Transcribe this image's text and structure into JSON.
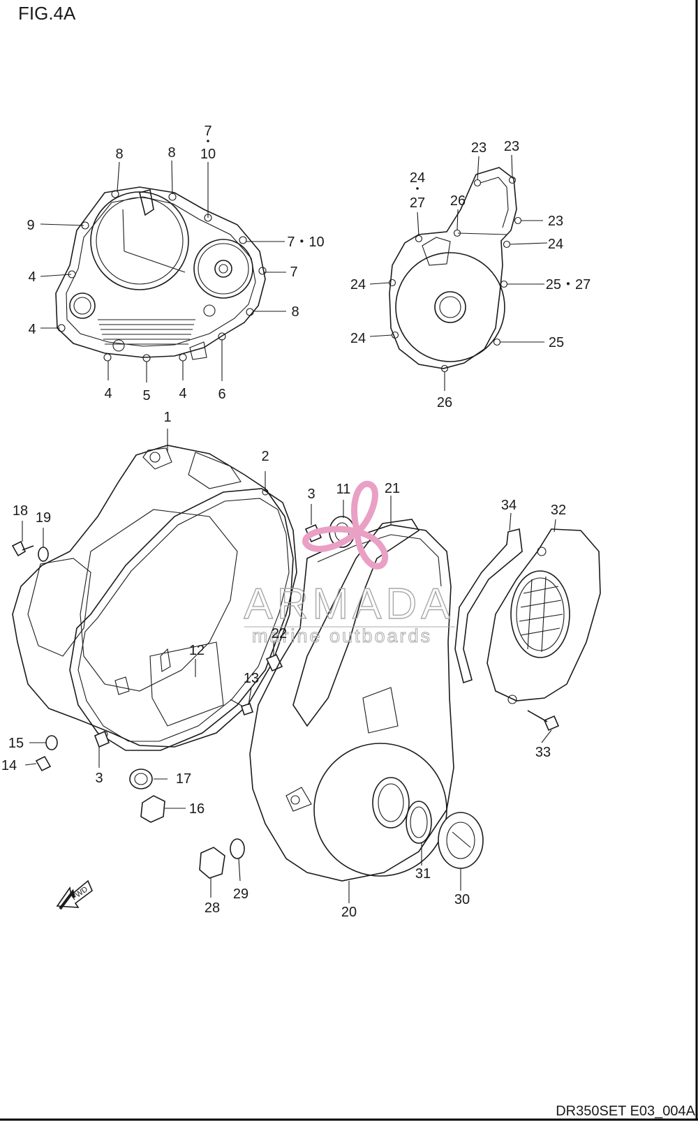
{
  "figure": {
    "title": "FIG.4A",
    "reference": "DR350SET E03_004A"
  },
  "watermark": {
    "brand": "ARMADA",
    "tagline": "marine outboards",
    "logo_color": "#e9a0c4"
  },
  "direction_marker": {
    "text": "FWD"
  },
  "colors": {
    "ink": "#1a1a1a",
    "background": "#ffffff",
    "frame": "#000000"
  },
  "callouts": [
    {
      "id": "c01",
      "label": "7"
    },
    {
      "id": "c02",
      "label": "10"
    },
    {
      "id": "c03",
      "label": "8"
    },
    {
      "id": "c04",
      "label": "8"
    },
    {
      "id": "c05",
      "label": "9"
    },
    {
      "id": "c06",
      "label": "7・10"
    },
    {
      "id": "c07",
      "label": "4"
    },
    {
      "id": "c08",
      "label": "7"
    },
    {
      "id": "c09",
      "label": "4"
    },
    {
      "id": "c10",
      "label": "8"
    },
    {
      "id": "c11",
      "label": "4"
    },
    {
      "id": "c12",
      "label": "5"
    },
    {
      "id": "c13",
      "label": "4"
    },
    {
      "id": "c14",
      "label": "6"
    },
    {
      "id": "c15",
      "label": "23"
    },
    {
      "id": "c16",
      "label": "23"
    },
    {
      "id": "c17",
      "label": "24"
    },
    {
      "id": "c18",
      "label": "27"
    },
    {
      "id": "c19",
      "label": "26"
    },
    {
      "id": "c20",
      "label": "23"
    },
    {
      "id": "c21",
      "label": "24"
    },
    {
      "id": "c22",
      "label": "24"
    },
    {
      "id": "c23",
      "label": "25・27"
    },
    {
      "id": "c24",
      "label": "24"
    },
    {
      "id": "c25",
      "label": "25"
    },
    {
      "id": "c26",
      "label": "26"
    },
    {
      "id": "c27",
      "label": "1"
    },
    {
      "id": "c28",
      "label": "2"
    },
    {
      "id": "c29",
      "label": "3"
    },
    {
      "id": "c30",
      "label": "11"
    },
    {
      "id": "c31",
      "label": "21"
    },
    {
      "id": "c32",
      "label": "34"
    },
    {
      "id": "c33",
      "label": "32"
    },
    {
      "id": "c34",
      "label": "18"
    },
    {
      "id": "c35",
      "label": "19"
    },
    {
      "id": "c36",
      "label": "22"
    },
    {
      "id": "c37",
      "label": "12"
    },
    {
      "id": "c38",
      "label": "13"
    },
    {
      "id": "c39",
      "label": "15"
    },
    {
      "id": "c40",
      "label": "14"
    },
    {
      "id": "c41",
      "label": "3"
    },
    {
      "id": "c42",
      "label": "17"
    },
    {
      "id": "c43",
      "label": "16"
    },
    {
      "id": "c44",
      "label": "33"
    },
    {
      "id": "c45",
      "label": "31"
    },
    {
      "id": "c46",
      "label": "30"
    },
    {
      "id": "c47",
      "label": "28"
    },
    {
      "id": "c48",
      "label": "29"
    },
    {
      "id": "c49",
      "label": "20"
    }
  ]
}
